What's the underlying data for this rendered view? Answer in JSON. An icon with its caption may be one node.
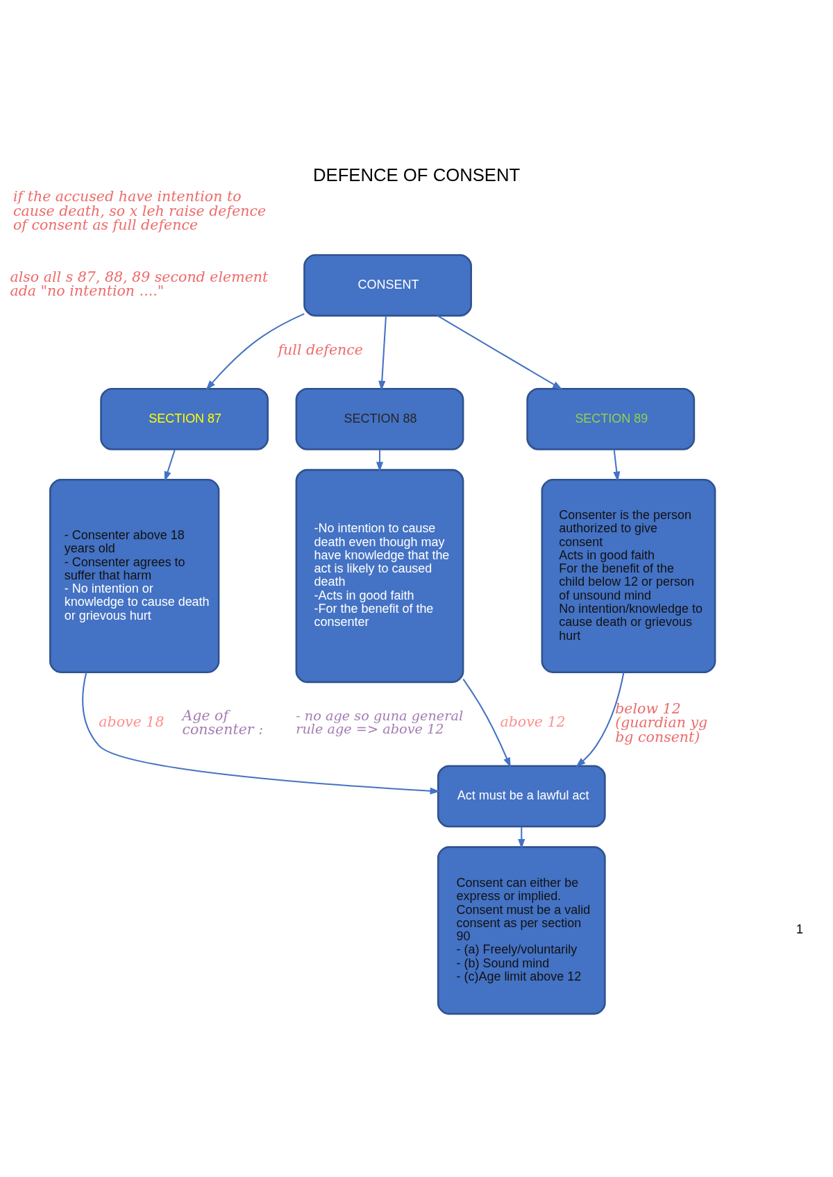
{
  "diagram": {
    "title": "DEFENCE OF CONSENT",
    "nodes": [
      {
        "text": [
          "CONSENT"
        ]
      },
      {
        "text": [
          "SECTION 87"
        ]
      },
      {
        "text": [
          "SECTION 88"
        ]
      },
      {
        "text": [
          "SECTION 89"
        ]
      },
      {
        "text": [
          "- Consenter above 18 years old",
          "- Consenter agrees to suffer that harm",
          "- No intention or knowledge to cause death or grievous hurt"
        ]
      },
      {
        "text": [
          "-No intention to cause death even though may have knowledge that the act is likely to caused death",
          "-Acts in good faith",
          "-For the benefit of the consenter"
        ],
        "beside": [
          "- no age so guna general rule age => above 12"
        ]
      },
      {
        "text": [
          "Consenter is the person authorized to give consent",
          "Acts in good faith",
          "For the benefit of the child below 12 or person of unsound mind",
          "No intention/knowledge to cause death or grievous hurt"
        ]
      },
      {
        "text": [
          "Act must be a lawful act"
        ]
      },
      {
        "text": [
          "Consent can either be express or implied.",
          "Consent must be a valid consent as per section 90",
          "- (a) Freely/voluntarily",
          "- (b) Sound mind",
          "- (c)Age limit above 12"
        ]
      }
    ],
    "edges": [
      {
        "from": 0,
        "to": 1,
        "arrow": "to"
      },
      {
        "from": 0,
        "to": 2,
        "arrow": "to"
      },
      {
        "from": 0,
        "to": 3,
        "arrow": "to"
      },
      {
        "from": 1,
        "to": 4,
        "arrow": "to"
      },
      {
        "from": 2,
        "to": 5,
        "arrow": "to"
      },
      {
        "from": 3,
        "to": 6,
        "arrow": "to"
      },
      {
        "from": 4,
        "to": 7,
        "arrow": "to",
        "label": "above 18"
      },
      {
        "from": 5,
        "to": 7,
        "arrow": "to",
        "label": "above 12"
      },
      {
        "from": 6,
        "to": 7,
        "arrow": "to",
        "label": "below 12 (guardian yg bg consent)"
      },
      {
        "from": 7,
        "to": 8,
        "arrow": "to"
      }
    ],
    "labels": [
      "if the accused have intention to cause death, so x leh raise defence of consent as full defence",
      "also all s 87, 88, 89 second element ada \"no intention ....\"",
      "full defence",
      "Age of consenter :",
      "1"
    ]
  }
}
